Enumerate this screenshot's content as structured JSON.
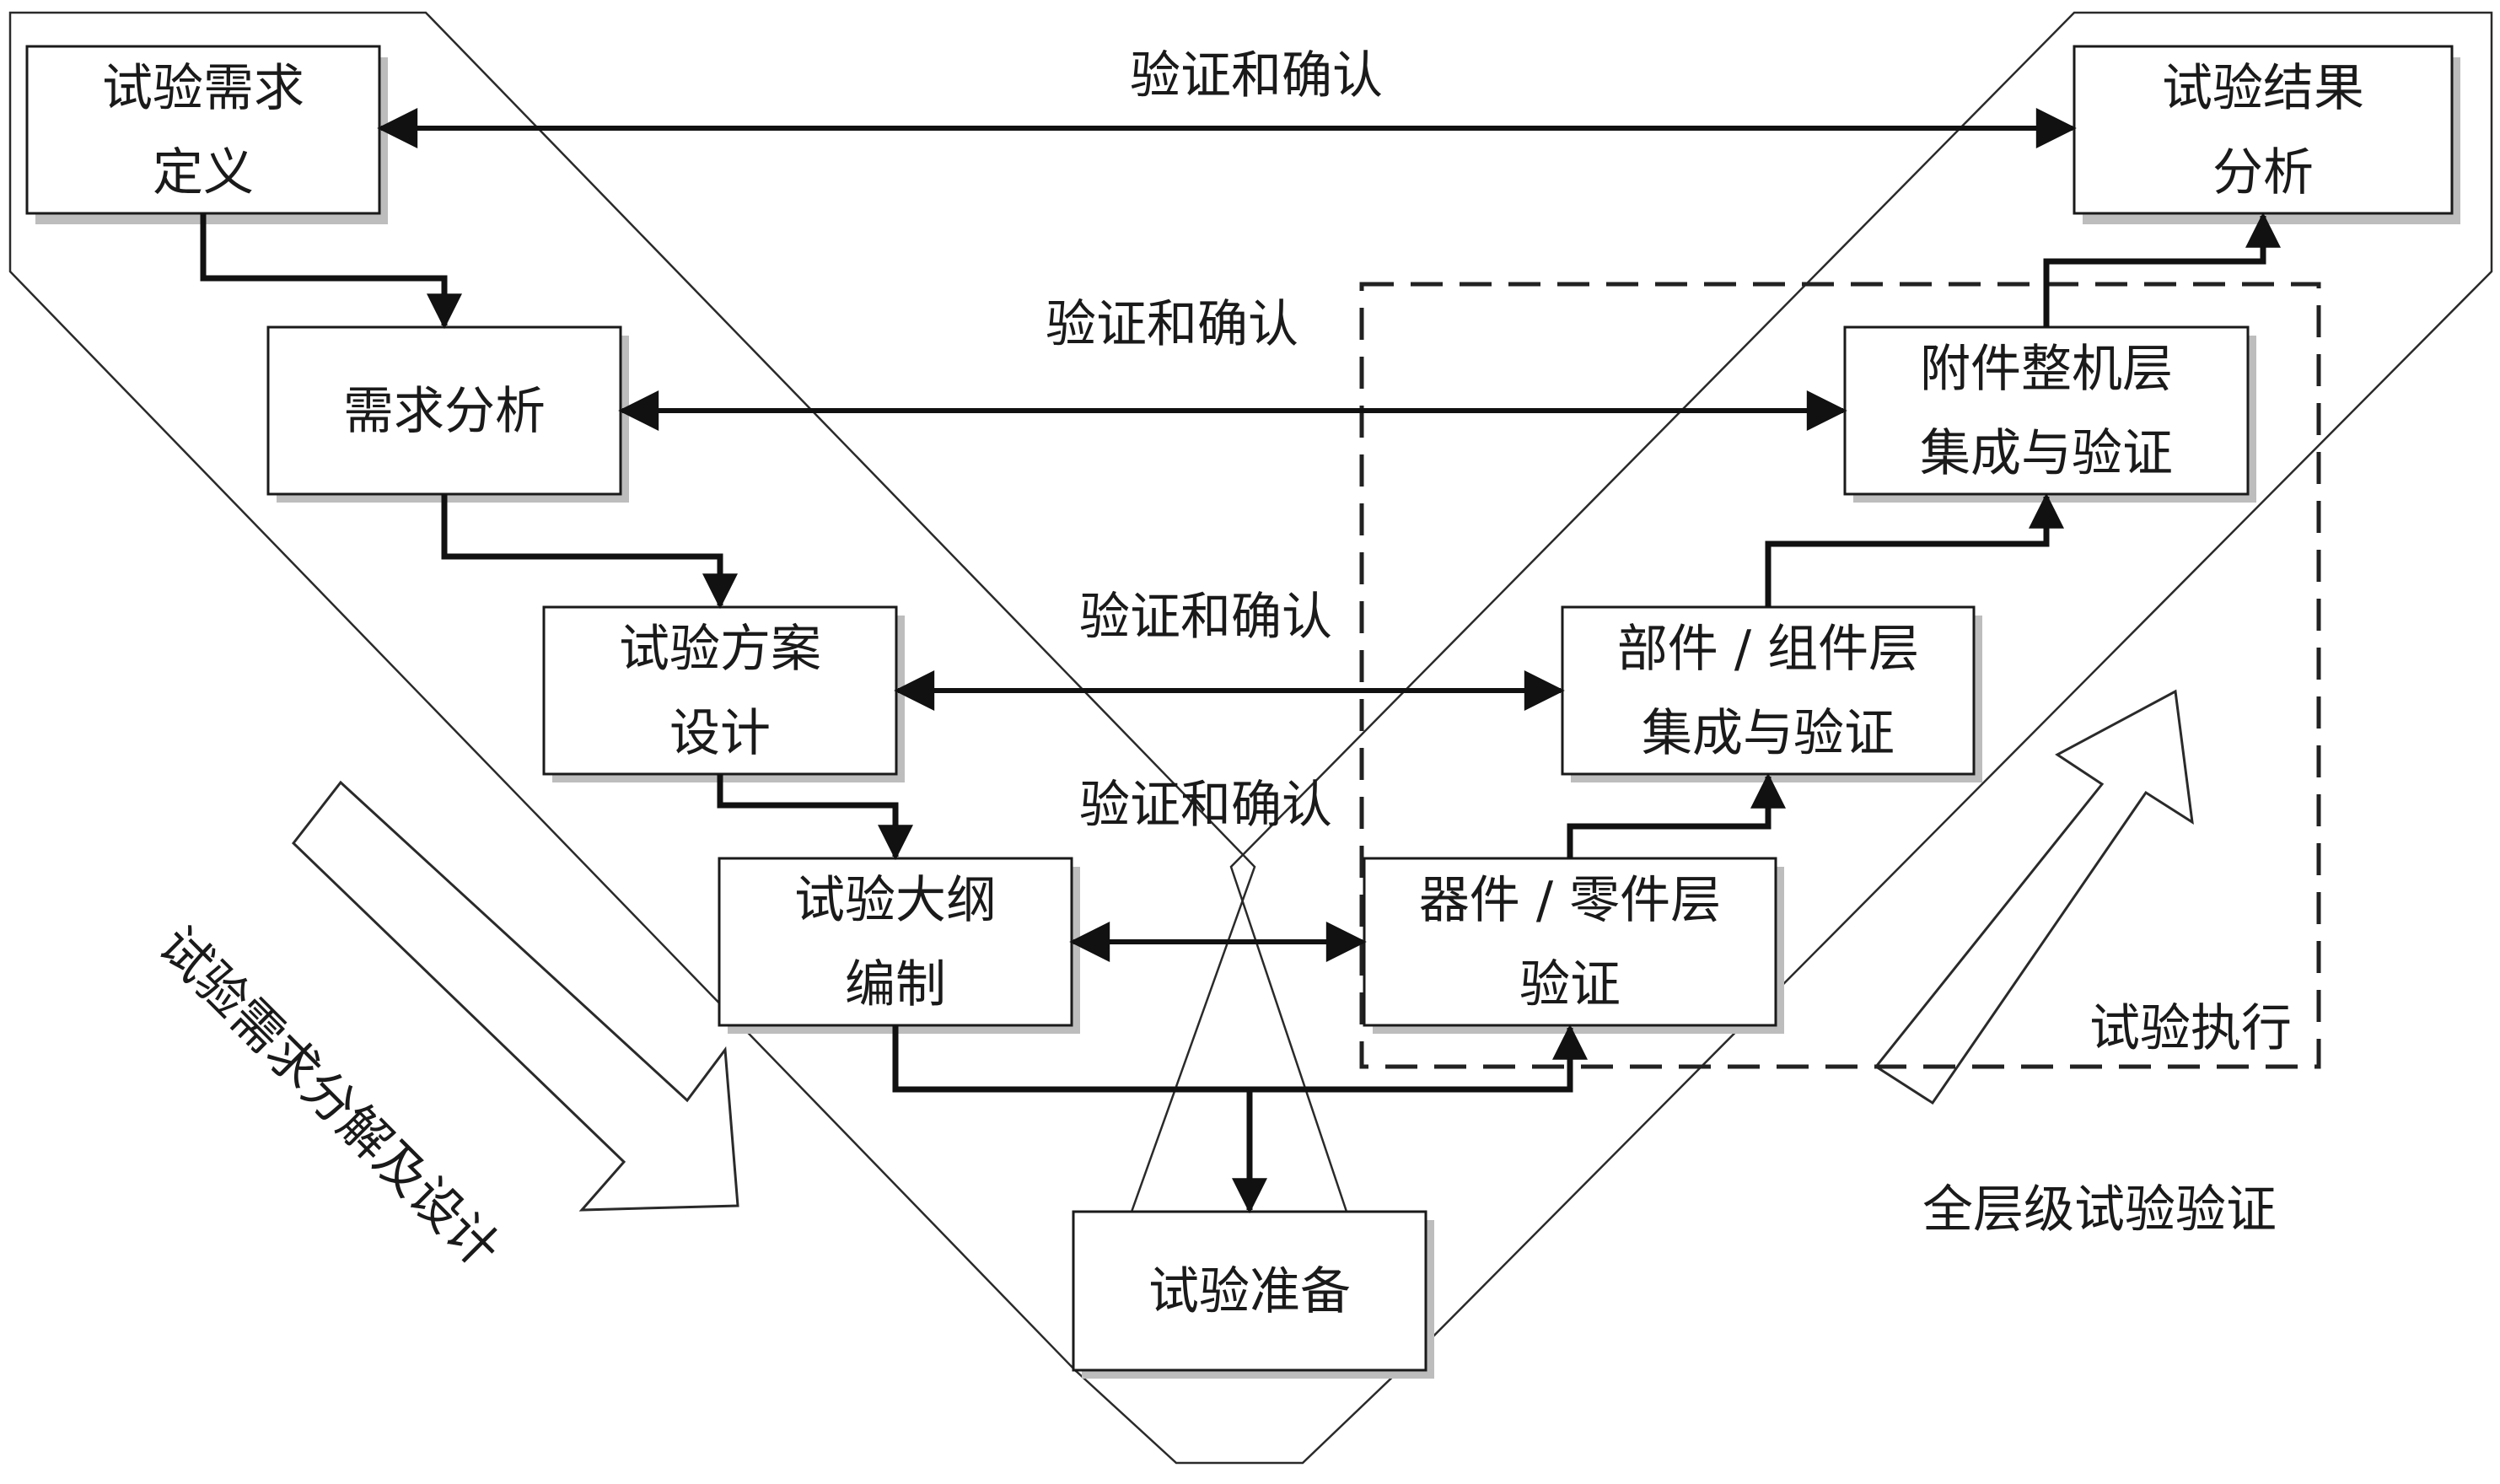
{
  "boxes": {
    "test_requirements_definition": "试验需求\n定义",
    "requirements_analysis": "需求分析",
    "test_scheme_design": "试验方案\n设计",
    "test_outline_compilation": "试验大纲\n编制",
    "test_preparation": "试验准备",
    "device_part_verification": "器件 / 零件层\n验证",
    "component_assembly_integration": "部件 / 组件层\n集成与验证",
    "accessory_machine_integration": "附件整机层\n集成与验证",
    "test_result_analysis": "试验结果\n分析"
  },
  "vv_labels": {
    "level_1": "验证和确认",
    "level_2": "验证和确认",
    "level_3": "验证和确认",
    "level_4": "验证和确认"
  },
  "side_labels": {
    "decomposition_design": "试验需求分解及设计",
    "test_execution": "试验执行",
    "full_level_verification": "全层级试验验证"
  }
}
